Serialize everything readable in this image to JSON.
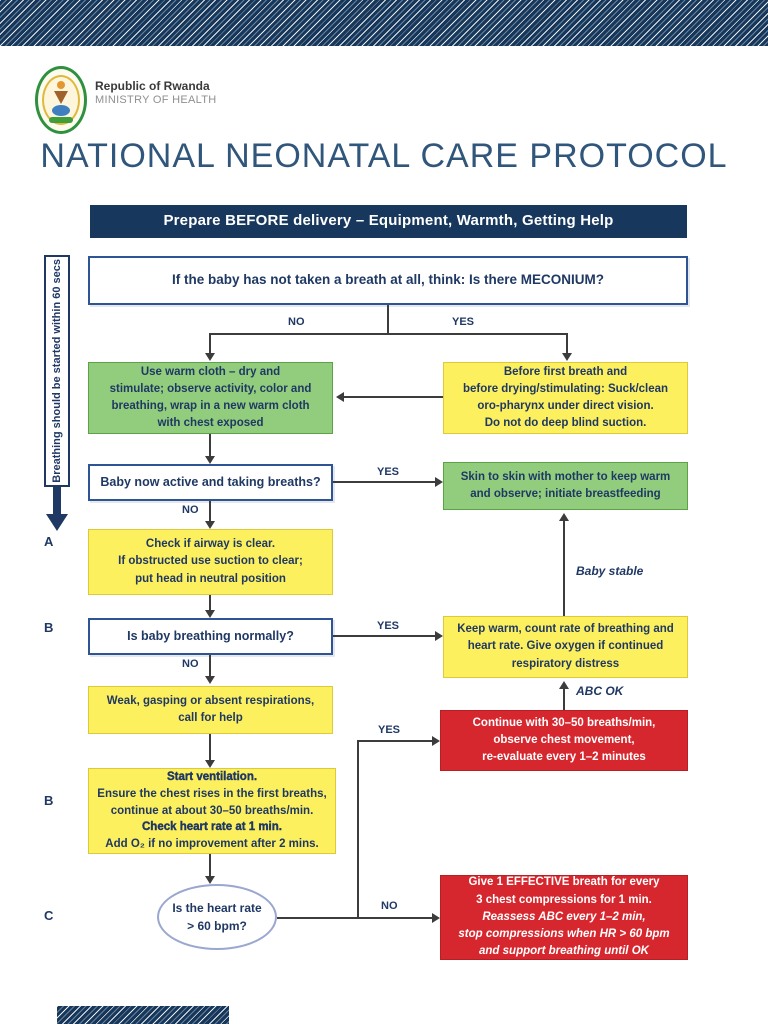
{
  "page": {
    "org_name": "Republic of Rwanda",
    "org_dept": "MINISTRY OF HEALTH",
    "title": "NATIONAL NEONATAL CARE PROTOCOL"
  },
  "colors": {
    "navy": "#17375c",
    "text_navy": "#1f3864",
    "green_box": "#92cd7d",
    "yellow_box": "#fdf05f",
    "red_box": "#d7272e",
    "question_border": "#2f5496"
  },
  "sidebar": {
    "label": "Breathing should be started within 60 secs"
  },
  "steps": {
    "a": "A",
    "b1": "B",
    "b2": "B",
    "c": "C"
  },
  "labels": {
    "no": "NO",
    "yes": "YES",
    "baby_stable": "Baby stable",
    "abc_ok": "ABC OK"
  },
  "flow": {
    "prepare_banner": "Prepare BEFORE delivery – Equipment, Warmth, Getting Help",
    "meconium_question": "If the baby has not taken a breath at all, think: Is there MECONIUM?",
    "warm_cloth": "Use warm cloth – dry and\nstimulate; observe activity, color and\nbreathing, wrap in a new warm cloth\nwith chest exposed",
    "before_breath": "Before first breath and\nbefore drying/stimulating: Suck/clean\noro-pharynx under direct vision.\nDo not do deep blind suction.",
    "baby_active": "Baby now active and taking breaths?",
    "skin_to_skin": "Skin to skin with mother to keep warm\nand observe; initiate breastfeeding",
    "check_airway": "Check if airway is clear.\nIf obstructed use suction to clear;\nput head in neutral position",
    "breathing_normally": "Is baby breathing normally?",
    "keep_warm": "Keep warm, count rate of breathing and\nheart rate. Give oxygen if continued\nrespiratory distress",
    "weak_gasping": "Weak, gasping or absent respirations,\ncall for help",
    "continue_breaths": "Continue with 30–50 breaths/min,\nobserve chest movement,\nre-evaluate every 1–2 minutes",
    "start_ventilation": {
      "l1": "Start ventilation.",
      "l2": "Ensure the chest rises in the first breaths,\ncontinue at about 30–50 breaths/min.",
      "l3": "Check heart rate at 1 min.",
      "l4": "Add O₂ if no improvement after 2 mins."
    },
    "heart_rate_question": "Is the heart rate\n> 60 bpm?",
    "effective_breath": {
      "top": "Give 1 EFFECTIVE breath for every\n3 chest compressions for 1 min.",
      "italic": "Reassess ABC every 1–2 min,\nstop compressions when HR > 60 bpm\nand support breathing until OK"
    }
  }
}
